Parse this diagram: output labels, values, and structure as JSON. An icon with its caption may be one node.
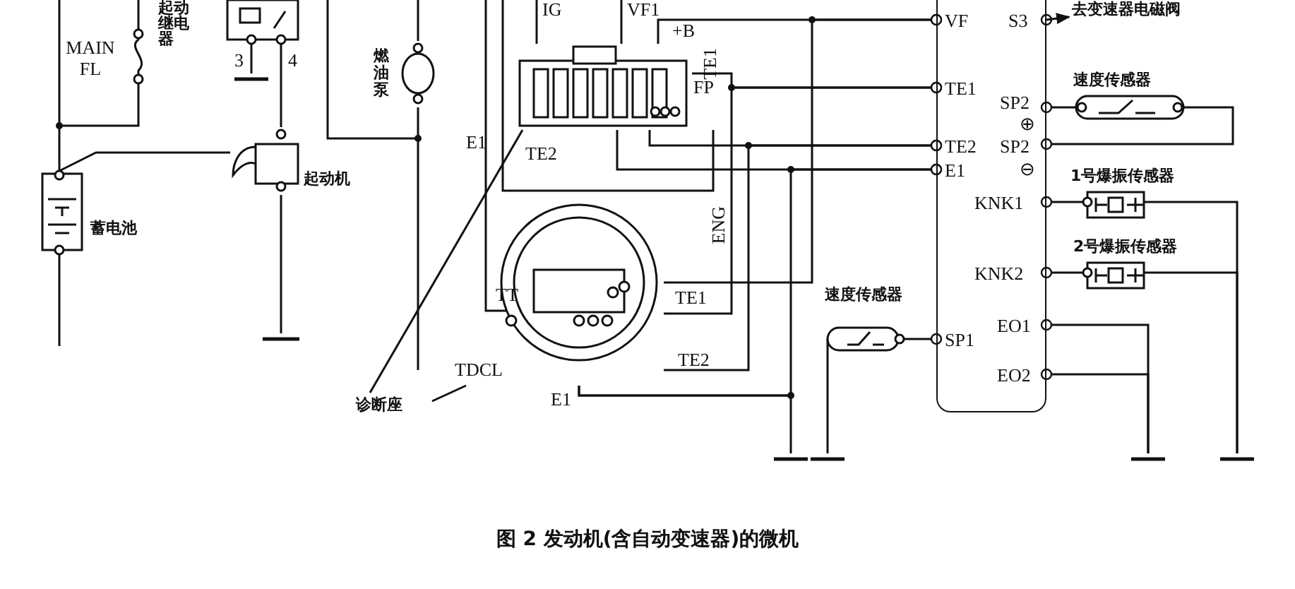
{
  "diagram": {
    "caption": "图 2 发动机(含自动变速器)的微机",
    "nodes": [
      {
        "text": [
          "MAIN FL"
        ]
      },
      {
        "text": [
          "起动继电器"
        ],
        "beside": [
          "3",
          "4"
        ]
      },
      {
        "text": [
          "燃油泵"
        ]
      },
      {
        "text": [
          "蓄电池"
        ]
      },
      {
        "text": [
          "起动机"
        ]
      },
      {
        "text": [],
        "shape": "box"
      },
      {
        "text": [
          "TDCL"
        ]
      },
      {
        "text": [
          "诊断座"
        ]
      },
      {
        "text": [],
        "shape": "box"
      },
      {
        "text": [
          "速度传感器"
        ]
      },
      {
        "text": [
          "速度传感器"
        ]
      },
      {
        "text": [
          "1号爆振传感器"
        ]
      },
      {
        "text": [
          "2号爆振传感器"
        ]
      },
      {
        "text": [
          "去变速器电磁阀"
        ]
      },
      {
        "text": [],
        "shape": "ground"
      },
      {
        "text": [],
        "shape": "ground"
      },
      {
        "text": [],
        "shape": "ground"
      },
      {
        "text": [],
        "shape": "ground"
      },
      {
        "text": [],
        "shape": "ground"
      },
      {
        "text": [],
        "shape": "ground"
      }
    ],
    "edges": [
      {
        "from": 7,
        "to": 5,
        "arrow": "none"
      },
      {
        "from": 7,
        "to": 6,
        "arrow": "none"
      },
      {
        "from": 3,
        "to": 4,
        "arrow": "none"
      },
      {
        "from": 1,
        "to": 4,
        "arrow": "none"
      },
      {
        "from": 5,
        "to": 8,
        "arrow": "other"
      },
      {
        "from": 5,
        "to": 8,
        "arrow": "other"
      },
      {
        "from": 5,
        "to": 8,
        "arrow": "other"
      },
      {
        "from": 5,
        "to": 8,
        "arrow": "other"
      },
      {
        "from": 6,
        "to": 8,
        "arrow": "other"
      },
      {
        "from": 6,
        "to": 8,
        "arrow": "other"
      },
      {
        "from": 6,
        "to": 8,
        "arrow": "other"
      },
      {
        "from": 6,
        "to": 8,
        "arrow": "other"
      },
      {
        "from": 9,
        "to": 8,
        "arrow": "other"
      },
      {
        "from": 10,
        "to": 8,
        "arrow": "other"
      },
      {
        "from": 10,
        "to": 8,
        "arrow": "other"
      },
      {
        "from": 11,
        "to": 8,
        "arrow": "other"
      },
      {
        "from": 12,
        "to": 8,
        "arrow": "other"
      },
      {
        "from": 8,
        "to": 13,
        "arrow": "to"
      },
      {
        "from": 0,
        "to": 3,
        "arrow": "none"
      },
      {
        "from": 1,
        "to": 14,
        "arrow": "none"
      },
      {
        "from": 4,
        "to": 15,
        "arrow": "none"
      },
      {
        "from": 6,
        "to": 16,
        "arrow": "none"
      },
      {
        "from": 9,
        "to": 17,
        "arrow": "none"
      },
      {
        "from": 8,
        "to": 18,
        "arrow": "other"
      },
      {
        "from": 8,
        "to": 18,
        "arrow": "other"
      },
      {
        "from": 11,
        "to": 19,
        "arrow": "none"
      },
      {
        "from": 12,
        "to": 19,
        "arrow": "none"
      }
    ],
    "labels": [
      "IG",
      "VF1",
      "+B",
      "TE1",
      "FP",
      "E1",
      "TE2",
      "ENG",
      "TT",
      "TE1",
      "TE2",
      "E1",
      "VF",
      "S3",
      "TE1",
      "SP2",
      "⊕",
      "TE2",
      "SP2",
      "E1",
      "⊖",
      "KNK1",
      "KNK2",
      "SP1",
      "EO1",
      "EO2"
    ]
  }
}
